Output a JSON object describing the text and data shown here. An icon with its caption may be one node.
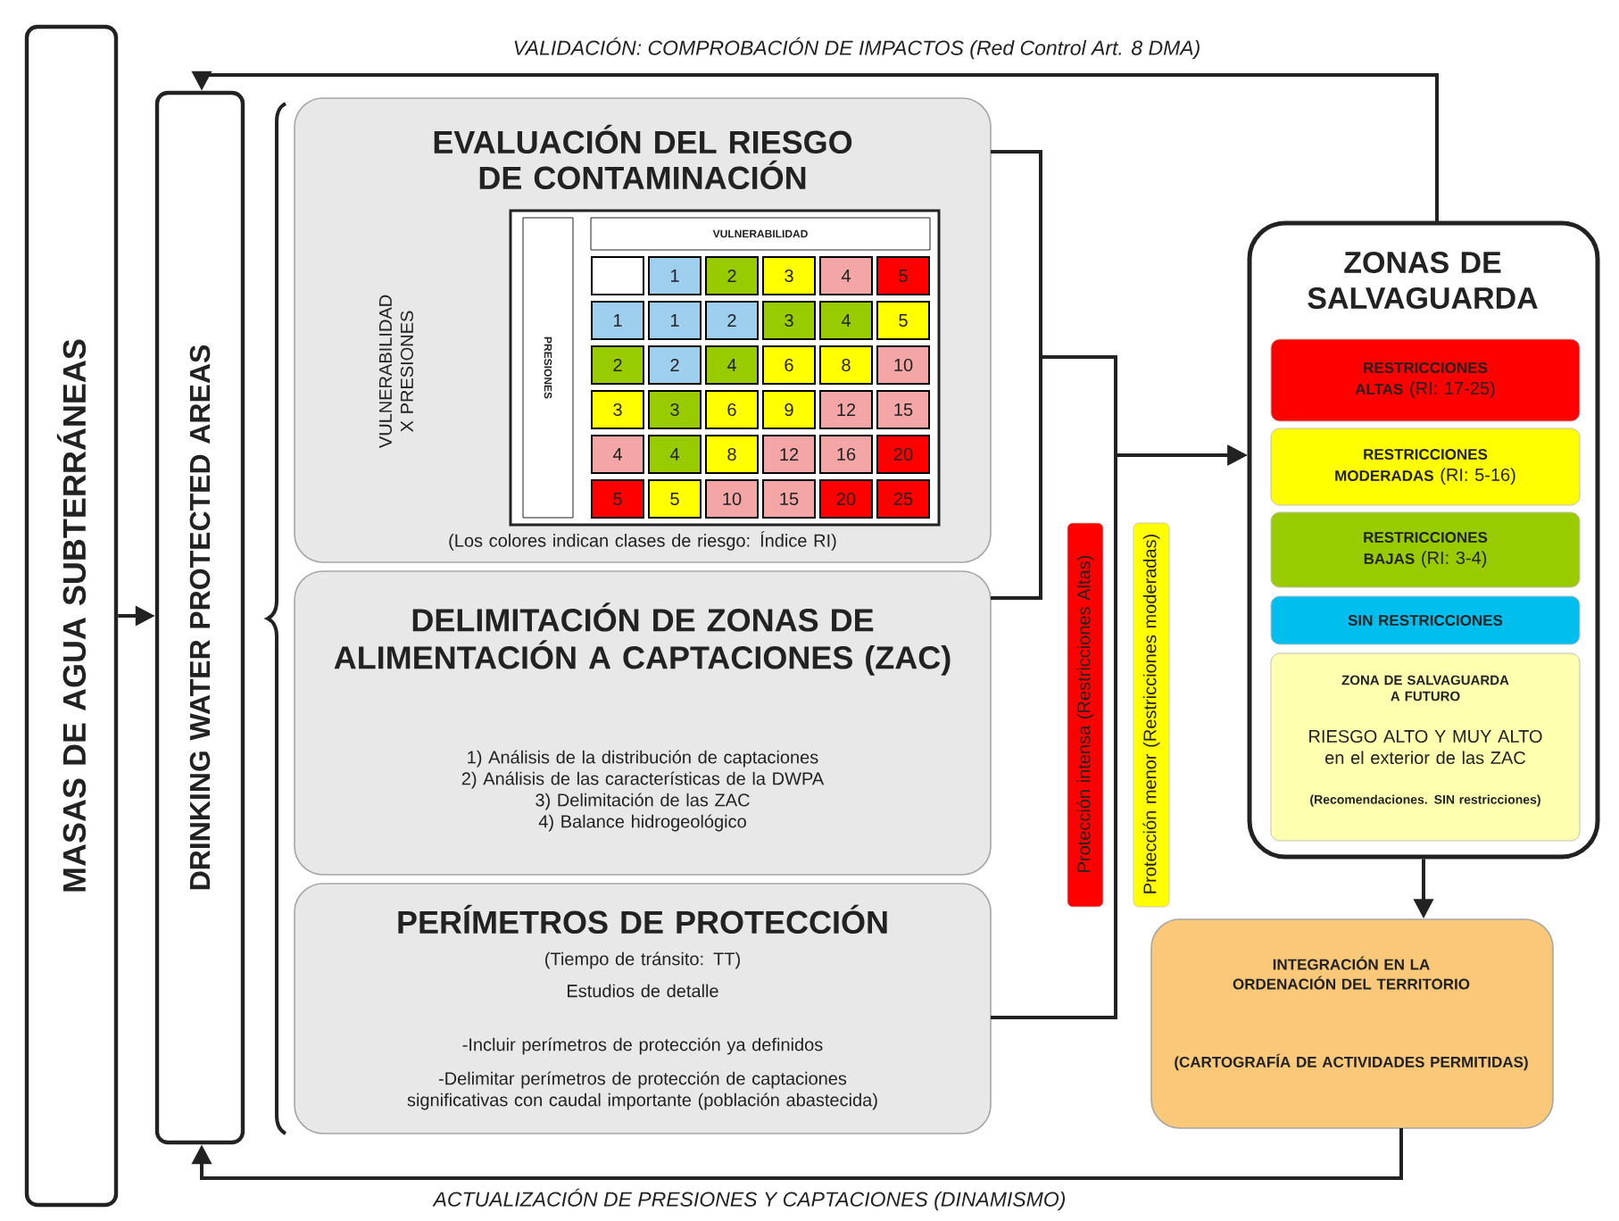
{
  "diagram": {
    "nodes": [
      {
        "text": [
          "MASAS DE AGUA SUBTERRÁNEAS"
        ]
      },
      {
        "text": [
          "DRINKING WATER PROTECTED AREAS"
        ]
      },
      {
        "text": [
          "EVALUACIÓN DEL RIESGO DE CONTAMINACIÓN",
          "VULNERABILIDAD X PRESIONES",
          "(Los colores indican clases de riesgo: Índice RI)"
        ]
      },
      {
        "text": [
          "DELIMITACIÓN DE ZONAS DE ALIMENTACIÓN A CAPTACIONES (ZAC)",
          "1) Análisis de la distribución de captaciones",
          "2) Análisis de las características de la DWPA",
          "3) Delimitación de las ZAC",
          "4) Balance hidrogeológico"
        ]
      },
      {
        "text": [
          "PERÍMETROS DE PROTECCIÓN",
          "(Tiempo de tránsito: TT)",
          "Estudios de detalle",
          "-Incluir perímetros de protección ya definidos",
          "-Delimitar perímetros de protección de captaciones significativas con caudal importante (población abastecida)"
        ]
      },
      {
        "text": [
          "ZONAS DE SALVAGUARDA"
        ]
      },
      {
        "text": [
          "**RESTRICCIONES ALTAS** (RI: 17-25)"
        ],
        "in": 5
      },
      {
        "text": [
          "**RESTRICCIONES MODERADAS** (RI: 5-16)"
        ],
        "in": 5
      },
      {
        "text": [
          "**RESTRICCIONES BAJAS** (RI: 3-4)"
        ],
        "in": 5
      },
      {
        "text": [
          "SIN RESTRICCIONES"
        ],
        "in": 5
      },
      {
        "text": [
          "ZONA DE SALVAGUARDA A FUTURO",
          "RIESGO ALTO Y MUY ALTO en el exterior de las ZAC",
          "(Recomendaciones. SIN restricciones)"
        ],
        "in": 5
      },
      {
        "text": [
          "INTEGRACIÓN EN LA ORDENACIÓN DEL TERRITORIO",
          "(CARTOGRAFÍA DE ACTIVIDADES PERMITIDAS)"
        ]
      },
      {
        "text": [
          "Protección intensa (Restricciones Altas)"
        ]
      },
      {
        "text": [
          "Protección menor (Restricciones moderadas)"
        ]
      }
    ],
    "edges": [
      {
        "from": 0,
        "to": 1,
        "arrow": "to"
      },
      {
        "from": 2,
        "to": 5,
        "arrow": "to"
      },
      {
        "from": 3,
        "to": 5,
        "arrow": "to"
      },
      {
        "from": 4,
        "to": 5,
        "arrow": "to"
      },
      {
        "from": 5,
        "to": 11,
        "arrow": "to"
      },
      {
        "from": 5,
        "to": 1,
        "arrow": "to",
        "label": "VALIDACIÓN: COMPROBACIÓN DE IMPACTOS (Red Control Art. 8 DMA)"
      },
      {
        "from": 11,
        "to": 1,
        "arrow": "to",
        "label": "ACTUALIZACIÓN DE PRESIONES Y CAPTACIONES (DINAMISMO)"
      }
    ],
    "labels": [
      "VULNERABILIDAD",
      "PRESIONES",
      "1",
      "2",
      "3",
      "4",
      "5",
      "1",
      "1",
      "2",
      "3",
      "4",
      "5",
      "2",
      "2",
      "4",
      "6",
      "8",
      "10",
      "3",
      "3",
      "6",
      "9",
      "12",
      "15",
      "4",
      "4",
      "8",
      "12",
      "16",
      "20",
      "5",
      "5",
      "10",
      "15",
      "20",
      "25"
    ]
  }
}
